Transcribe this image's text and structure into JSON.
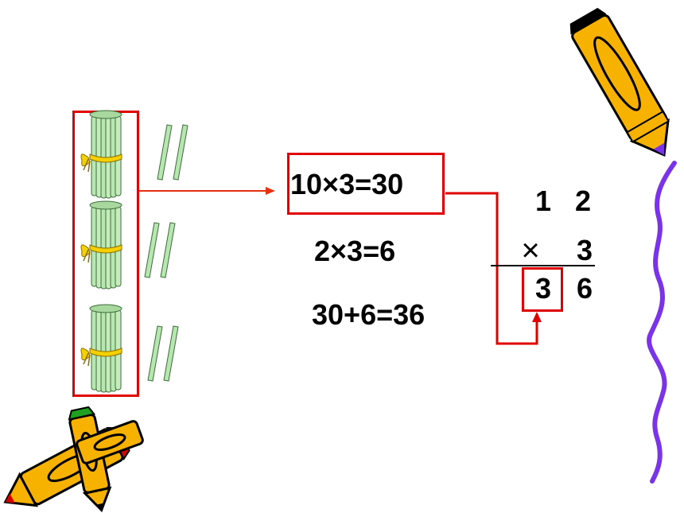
{
  "equations": {
    "tens_product": "10×3=30",
    "ones_product": "2×3=6",
    "sum": "30+6=36"
  },
  "vertical_multiplication": {
    "multiplicand_tens": "1",
    "multiplicand_ones": "2",
    "operator": "×",
    "multiplier": "3",
    "result_tens": "3",
    "result_ones": "6"
  },
  "colors": {
    "highlight": "#e00000",
    "arrow": "#e83010",
    "stick": "#b8e6b0",
    "ribbon": "#f4d000",
    "squiggle": "#7a33e8",
    "crayon_yellow": "#f7b200"
  },
  "bundles": {
    "count": 3,
    "loose_sticks_per_group": 2
  }
}
